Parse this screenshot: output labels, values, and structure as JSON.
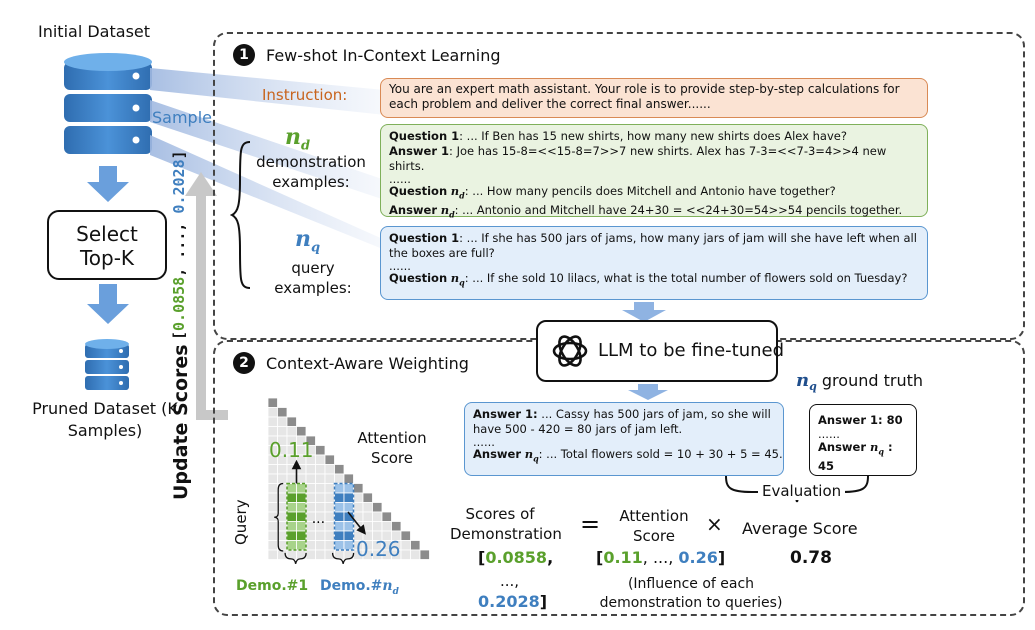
{
  "left": {
    "initial_dataset": "Initial Dataset",
    "sample": "Sample",
    "select_topk": "Select Top-K",
    "pruned_dataset": "Pruned Dataset (K Samples)",
    "update_scores": "Update Scores",
    "scores_vector_start": "[",
    "scores_v1": "0.0858",
    "scores_mid": ", ..., ",
    "scores_v2": "0.2028",
    "scores_vector_end": "]"
  },
  "panel1": {
    "number": "1",
    "title": "Few-shot In-Context Learning",
    "instruction_label": "Instruction:",
    "instruction_text": "You are an expert math assistant. Your role is to provide step-by-step calculations for each problem and deliver the correct final answer......",
    "nd_symbol": "n",
    "nd_sub": "d",
    "demo_label_1": "demonstration",
    "demo_label_2": "examples:",
    "nq_symbol": "n",
    "nq_sub": "q",
    "query_label_1": "query",
    "query_label_2": "examples:",
    "demo_box": {
      "q1_label": "Question 1",
      "q1_text": ": ... If Ben has 15 new shirts, how many new shirts does Alex have?",
      "a1_label": "Answer 1",
      "a1_text": ": Joe has 15-8=<<15-8=7>>7 new shirts. Alex has 7-3=<<7-3=4>>4 new shirts.",
      "dots": "......",
      "qn_label": "Question",
      "qn_sym": "n",
      "qn_sub": "d",
      "qn_text": ": ... How many pencils does Mitchell and Antonio have together?",
      "an_label": "Answer",
      "an_sym": "n",
      "an_sub": "d",
      "an_text": ": ... Antonio and Mitchell have 24+30 = <<24+30=54>>54 pencils together."
    },
    "query_box": {
      "q1_label": "Question 1",
      "q1_text": ": ... If she has 500 jars of jams, how many jars of jam will she have left when all the boxes are full?",
      "dots": "......",
      "qn_label": "Question",
      "qn_sym": "n",
      "qn_sub": "q",
      "qn_text": ": ... If she sold 10 lilacs, what is the total number of flowers sold on Tuesday?"
    }
  },
  "llm": {
    "label": "LLM to be fine-tuned"
  },
  "panel2": {
    "number": "2",
    "title": "Context-Aware Weighting",
    "attention_score": "Attention Score",
    "query_axis": "Query",
    "val_011": "0.11",
    "val_026": "0.26",
    "demo1": "Demo.#1",
    "demo_nd_prefix": "Demo.#",
    "demo_nd_sym": "n",
    "demo_nd_sub": "d",
    "answer_box": {
      "a1_label": "Answer 1:",
      "a1_text": " ... Cassy has 500 jars of jam, so she will have 500 - 420 = 80 jars of jam left.",
      "dots": "......",
      "an_label": "Answer",
      "an_sym": "n",
      "an_sub": "q",
      "an_text": ": ... Total flowers sold = 10 + 30 + 5 = 45."
    },
    "ground_truth_sym": "n",
    "ground_truth_sub": "q",
    "ground_truth_label": "ground truth",
    "gt_box": {
      "a1": "Answer 1: 80",
      "dots": "......",
      "an_prefix": "Answer ",
      "an_sym": "n",
      "an_sub": "q",
      "an_suffix": " : 45"
    },
    "evaluation": "Evaluation",
    "scores_of_demo": "Scores of Demonstration",
    "equals": "=",
    "attention_score_2": "Attention Score",
    "times": "×",
    "average_score": "Average Score",
    "avg_value": "0.78",
    "scores_vec_open": "[",
    "scores_vec_v1": "0.0858",
    "scores_vec_comma": ",",
    "scores_vec_dots": "...,",
    "scores_vec_v2": "0.2028",
    "scores_vec_close": "]",
    "att_vec_open": "[",
    "att_vec_v1": "0.11",
    "att_vec_mid": ", ..., ",
    "att_vec_v2": "0.26",
    "att_vec_close": "]",
    "influence": "(Influence of each demonstration to queries)"
  },
  "colors": {
    "green": "#5aa02c",
    "blue": "#3f7fbf",
    "instruction_orange": "#c8641e",
    "db_blue": "#3d7fc1"
  }
}
